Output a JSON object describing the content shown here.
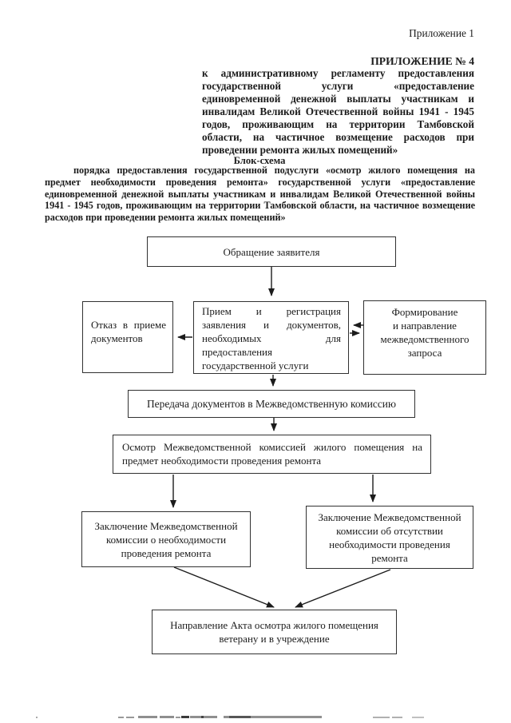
{
  "colors": {
    "ink": "#1c1c1c",
    "paper": "#ffffff"
  },
  "document": {
    "page_label": "Приложение 1",
    "appendix": {
      "title": "ПРИЛОЖЕНИЕ № 4",
      "paragraph_lines": [
        "к административному регламенту предоставления",
        "государственной услуги «предоставление",
        "единовременной денежной выплаты участникам и",
        "инвалидам Великой Отечественной войны 1941 - 1945",
        "годов, проживающим на территории Тамбовской",
        "области, на частичное возмещение расходов при",
        "проведении ремонта жилых помещений»"
      ]
    },
    "schema": {
      "title": "Блок-схема",
      "paragraph_lines": [
        "порядка предоставления государственной подуслуги «осмотр жилого помещения на",
        "предмет необходимости проведения ремонта» государственной услуги «предоставление",
        "единовременной денежной выплаты участникам и инвалидам Великой Отечественной войны",
        "1941 - 1945 годов, проживающим на территории Тамбовской области, на частичное возмещение",
        "расходов при проведении ремонта жилых помещений»"
      ]
    }
  },
  "flowchart": {
    "request": "Обращение заявителя",
    "refusal": [
      "Отказ в приеме",
      "документов"
    ],
    "reception": [
      "Прием и регистрация",
      "заявления и документов,",
      "необходимых для",
      "предоставления",
      "государственной услуги"
    ],
    "interagency": [
      "Формирование",
      "и направление",
      "межведомственного",
      "запроса"
    ],
    "transfer": "Передача документов в Межведомственную комиссию",
    "inspection": [
      "Осмотр Межведомственной комиссией жилого помещения на",
      "предмет необходимости проведения ремонта"
    ],
    "conclusion_need": [
      "Заключение Межведомственной",
      "комиссии о необходимости",
      "проведения ремонта"
    ],
    "conclusion_none": [
      "Заключение Межведомственной",
      "комиссии об отсутствии",
      "необходимости проведения",
      "ремонта"
    ],
    "act": [
      "Направление Акта осмотра жилого помещения",
      "ветерану и в учреждение"
    ]
  }
}
